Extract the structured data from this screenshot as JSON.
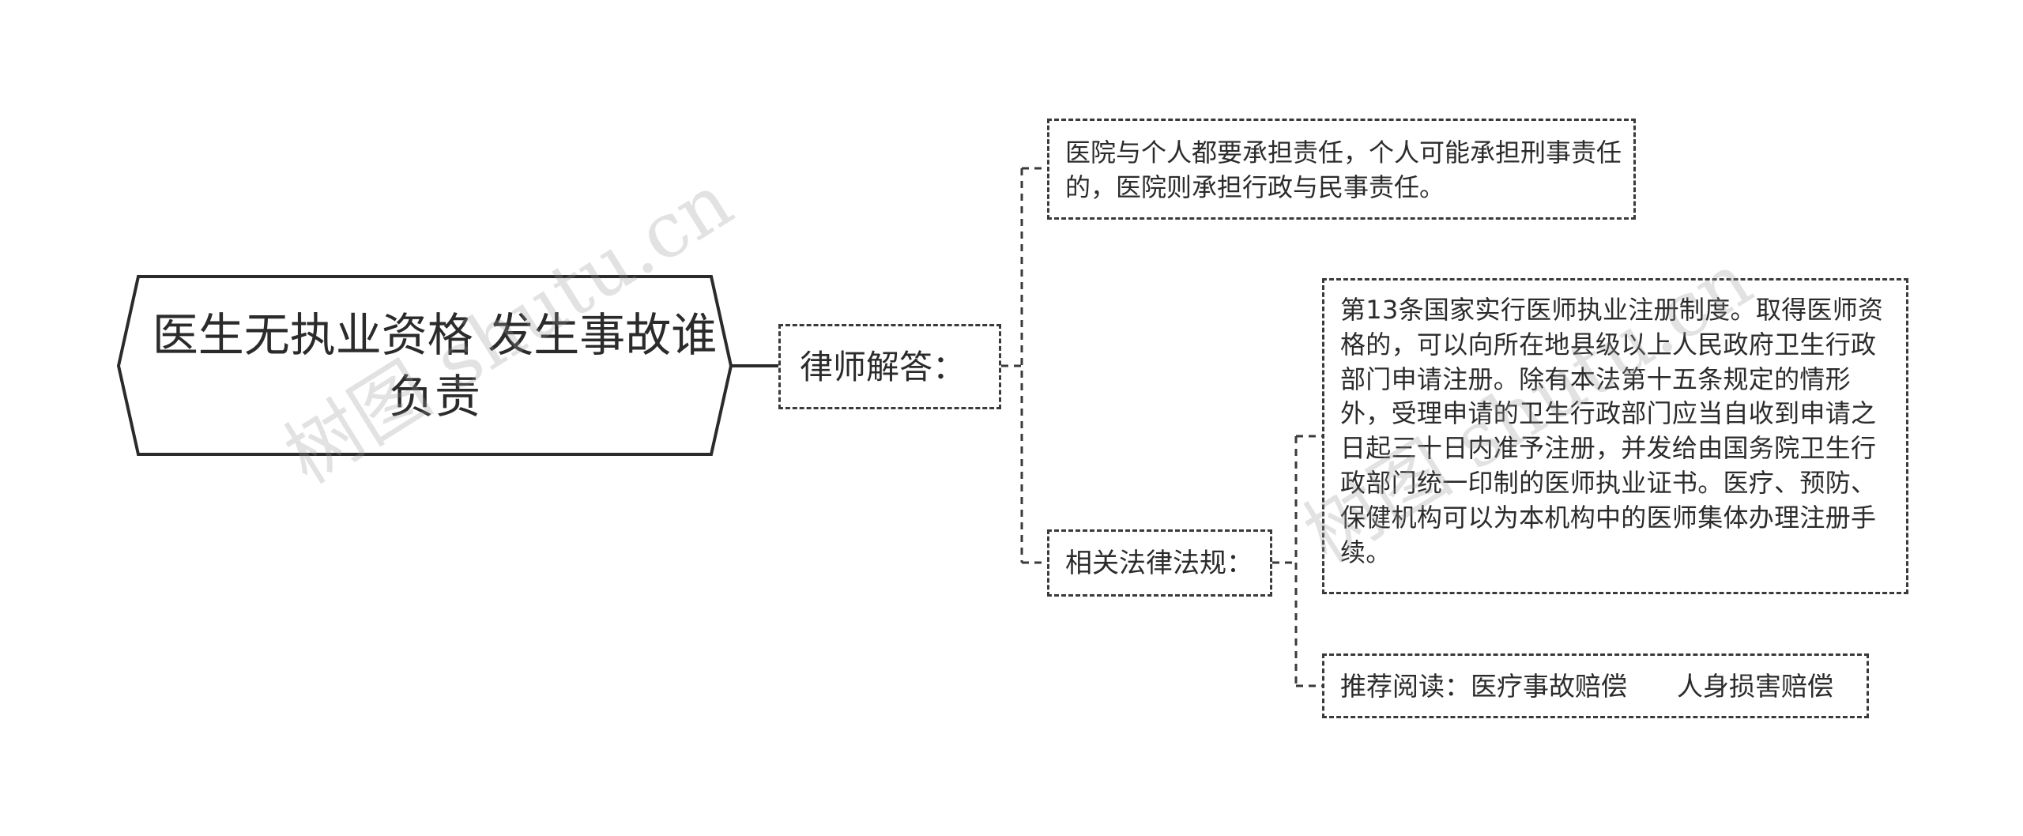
{
  "root": {
    "title": "医生无执业资格 发生事故谁负责"
  },
  "branches": {
    "answer": {
      "label": "律师解答：",
      "text": "医院与个人都要承担责任，个人可能承担刑事责任的，医院则承担行政与民事责任。"
    },
    "law": {
      "label": "相关法律法规：",
      "text": "第13条国家实行医师执业注册制度。取得医师资格的，可以向所在地县级以上人民政府卫生行政部门申请注册。除有本法第十五条规定的情形外，受理申请的卫生行政部门应当自收到申请之日起三十日内准予注册，并发给由国务院卫生行政部门统一印制的医师执业证书。医疗、预防、保健机构可以为本机构中的医师集体办理注册手续。",
      "reading": "推荐阅读：医疗事故赔偿      人身损害赔偿"
    }
  },
  "watermarks": [
    "树图 shutu.cn",
    "树图 shutu.cn"
  ],
  "colors": {
    "line": "#2b2b2b",
    "dashed_border": "#3a3a3a",
    "text": "#2b2b2b"
  }
}
